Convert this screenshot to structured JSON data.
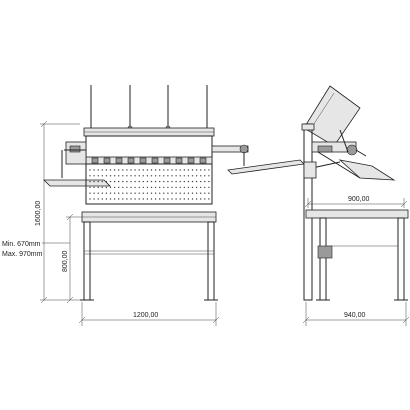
{
  "dimensions": {
    "front_height": "1600,00",
    "front_working_height": "800,00",
    "front_width": "1200,00",
    "side_top_width": "900,00",
    "side_depth": "940,00",
    "height_range_min": "Min. 670mm",
    "height_range_max": "Max. 970mm"
  }
}
